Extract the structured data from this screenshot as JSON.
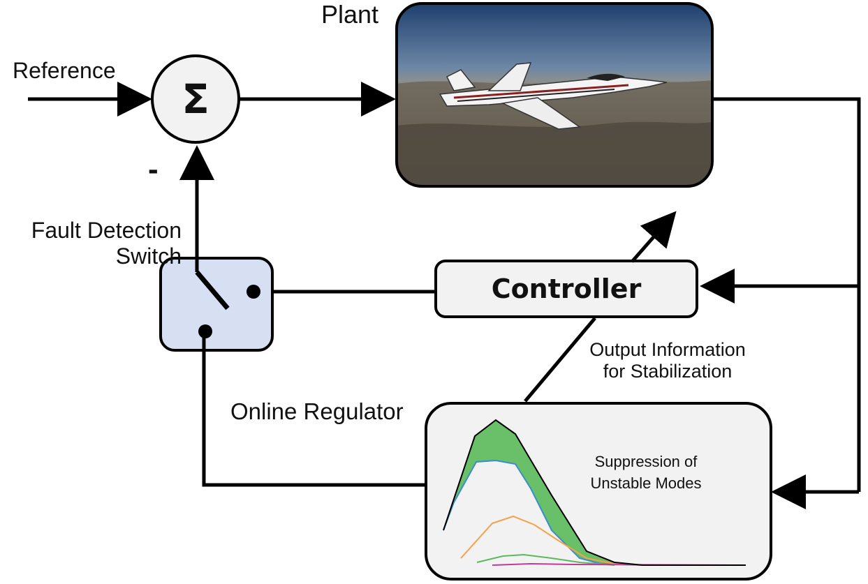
{
  "labels": {
    "plant": "Plant",
    "reference": "Reference",
    "minus": "-",
    "fault_line1": "Fault Detection",
    "fault_line2": "Switch",
    "controller": "Controller",
    "online_regulator": "Online Regulator",
    "output_line1": "Output Information",
    "output_line2": "for Stabilization",
    "suppression_line1": "Suppression  of",
    "suppression_line2": "Unstable  Modes"
  },
  "summing_junction": {
    "symbol": "Σ"
  },
  "icons": {
    "plant_image": "aircraft-in-flight-photo",
    "switch": "switch-icon",
    "summing": "summing-junction-icon"
  },
  "colors": {
    "line": "#000000",
    "switch_fill": "#d6e0f2",
    "box_fill": "#f2f2f2",
    "band_fill": "#6abf69",
    "curve_blue": "#3b8fd0",
    "curve_orange": "#f3a24a",
    "curve_green": "#5cb85c",
    "curve_magenta": "#c0399b"
  }
}
